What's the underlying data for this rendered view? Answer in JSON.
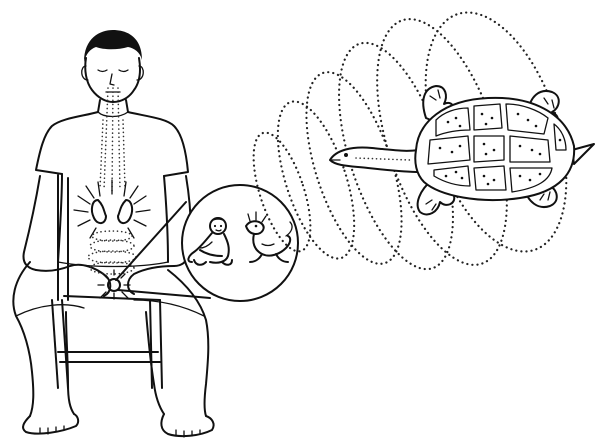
{
  "illustration": {
    "style": "black line drawing on white background",
    "ink_color": "#111111",
    "background_color": "#ffffff",
    "elements": [
      "seated-man",
      "breath-column",
      "glowing-kidneys",
      "abdominal-spiral",
      "magnified-circle",
      "infant",
      "small-dragon",
      "dotted-spiral-path",
      "turtle"
    ]
  }
}
